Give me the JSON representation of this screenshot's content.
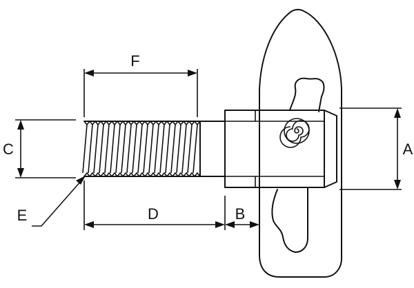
{
  "labels": {
    "a": "A",
    "b": "B",
    "c": "C",
    "d": "D",
    "e": "E",
    "f": "F"
  },
  "colors": {
    "line": "#111111",
    "background": "#ffffff"
  }
}
